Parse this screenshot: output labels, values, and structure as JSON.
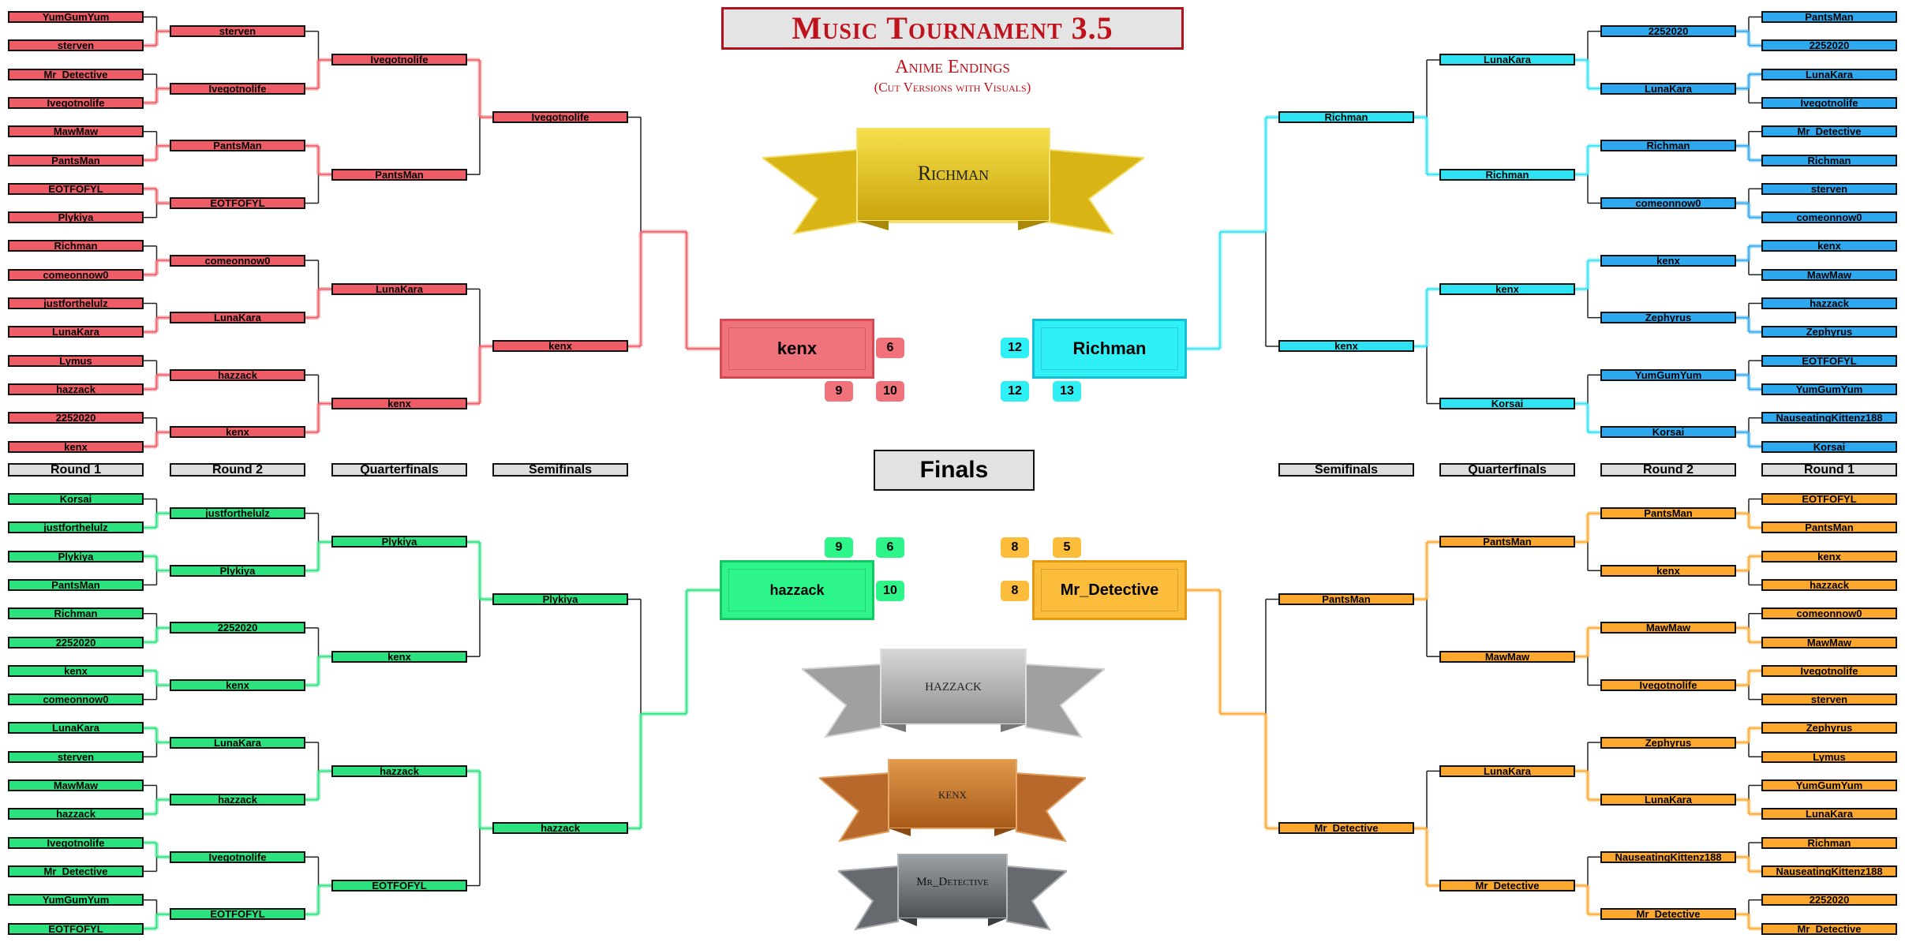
{
  "title": "Music Tournament 3.5",
  "subtitle": "Anime Endings",
  "subtitle2": "(Cut Versions with Visuals)",
  "round_labels": {
    "left": [
      "Round 1",
      "Round 2",
      "Quarterfinals",
      "Semifinals"
    ],
    "right": [
      "Semifinals",
      "Quarterfinals",
      "Round 2",
      "Round 1"
    ],
    "finals": "Finals"
  },
  "colors": {
    "red": "#ee5c66",
    "cyan": "#2fe3f2",
    "blue": "#2ea8ef",
    "green": "#2be27e",
    "orange": "#fca82e",
    "gold": "#f0cc1e",
    "silver": "#a9a9a9",
    "bronze": "#c8752a",
    "steel": "#6f7378",
    "title": "#c0121c"
  },
  "brackets": {
    "top_left": {
      "color": "red",
      "round1": [
        "YumGumYum",
        "sterven",
        "Mr_Detective",
        "Ivegotnolife",
        "MawMaw",
        "PantsMan",
        "EOTFOFYL",
        "Plykiya",
        "Richman",
        "comeonnow0",
        "justforthelulz",
        "LunaKara",
        "Lymus",
        "hazzack",
        "2252020",
        "kenx"
      ],
      "round2": [
        "sterven",
        "Ivegotnolife",
        "PantsMan",
        "EOTFOFYL",
        "comeonnow0",
        "LunaKara",
        "hazzack",
        "kenx"
      ],
      "quarterfinals": [
        "Ivegotnolife",
        "PantsMan",
        "LunaKara",
        "kenx"
      ],
      "semifinals": [
        "Ivegotnolife",
        "kenx"
      ]
    },
    "bottom_left": {
      "color": "green",
      "round1": [
        "Korsai",
        "justforthelulz",
        "Plykiya",
        "PantsMan",
        "Richman",
        "2252020",
        "kenx",
        "comeonnow0",
        "LunaKara",
        "sterven",
        "MawMaw",
        "hazzack",
        "Ivegotnolife",
        "Mr_Detective",
        "YumGumYum",
        "EOTFOFYL"
      ],
      "round2": [
        "justforthelulz",
        "Plykiya",
        "2252020",
        "kenx",
        "LunaKara",
        "hazzack",
        "Ivegotnolife",
        "EOTFOFYL"
      ],
      "quarterfinals": [
        "Plykiya",
        "kenx",
        "hazzack",
        "EOTFOFYL"
      ],
      "semifinals": [
        "Plykiya",
        "hazzack"
      ]
    },
    "top_right": {
      "color": "cyan",
      "color_outer": "blue",
      "round1": [
        "PantsMan",
        "2252020",
        "LunaKara",
        "Ivegotnolife",
        "Mr_Detective",
        "Richman",
        "sterven",
        "comeonnow0",
        "kenx",
        "MawMaw",
        "hazzack",
        "Zephyrus",
        "EOTFOFYL",
        "YumGumYum",
        "NauseatingKittenz188",
        "Korsai"
      ],
      "round2": [
        "2252020",
        "LunaKara",
        "Richman",
        "comeonnow0",
        "kenx",
        "Zephyrus",
        "YumGumYum",
        "Korsai"
      ],
      "quarterfinals": [
        "LunaKara",
        "Richman",
        "kenx",
        "Korsai"
      ],
      "semifinals": [
        "Richman",
        "kenx"
      ]
    },
    "bottom_right": {
      "color": "orange",
      "round1": [
        "EOTFOFYL",
        "PantsMan",
        "kenx",
        "hazzack",
        "comeonnow0",
        "MawMaw",
        "Ivegotnolife",
        "sterven",
        "Zephyrus",
        "Lymus",
        "YumGumYum",
        "LunaKara",
        "Richman",
        "NauseatingKittenz188",
        "2252020",
        "Mr_Detective"
      ],
      "round2": [
        "PantsMan",
        "kenx",
        "MawMaw",
        "Ivegotnolife",
        "Zephyrus",
        "LunaKara",
        "NauseatingKittenz188",
        "Mr_Detective"
      ],
      "quarterfinals": [
        "PantsMan",
        "MawMaw",
        "LunaKara",
        "Mr_Detective"
      ],
      "semifinals": [
        "PantsMan",
        "Mr_Detective"
      ]
    }
  },
  "finalists": {
    "top_left": {
      "name": "kenx",
      "scores": [
        "6",
        "9",
        "10"
      ]
    },
    "top_right": {
      "name": "Richman",
      "scores": [
        "12",
        "12",
        "13"
      ]
    },
    "bottom_left": {
      "name": "hazzack",
      "scores": [
        "9",
        "6",
        "10"
      ]
    },
    "bottom_right": {
      "name": "Mr_Detective",
      "scores": [
        "8",
        "5",
        "8"
      ]
    }
  },
  "ribbons": {
    "first": "Richman",
    "second": "hazzack",
    "third": "kenx",
    "fourth": "Mr_Detective"
  }
}
